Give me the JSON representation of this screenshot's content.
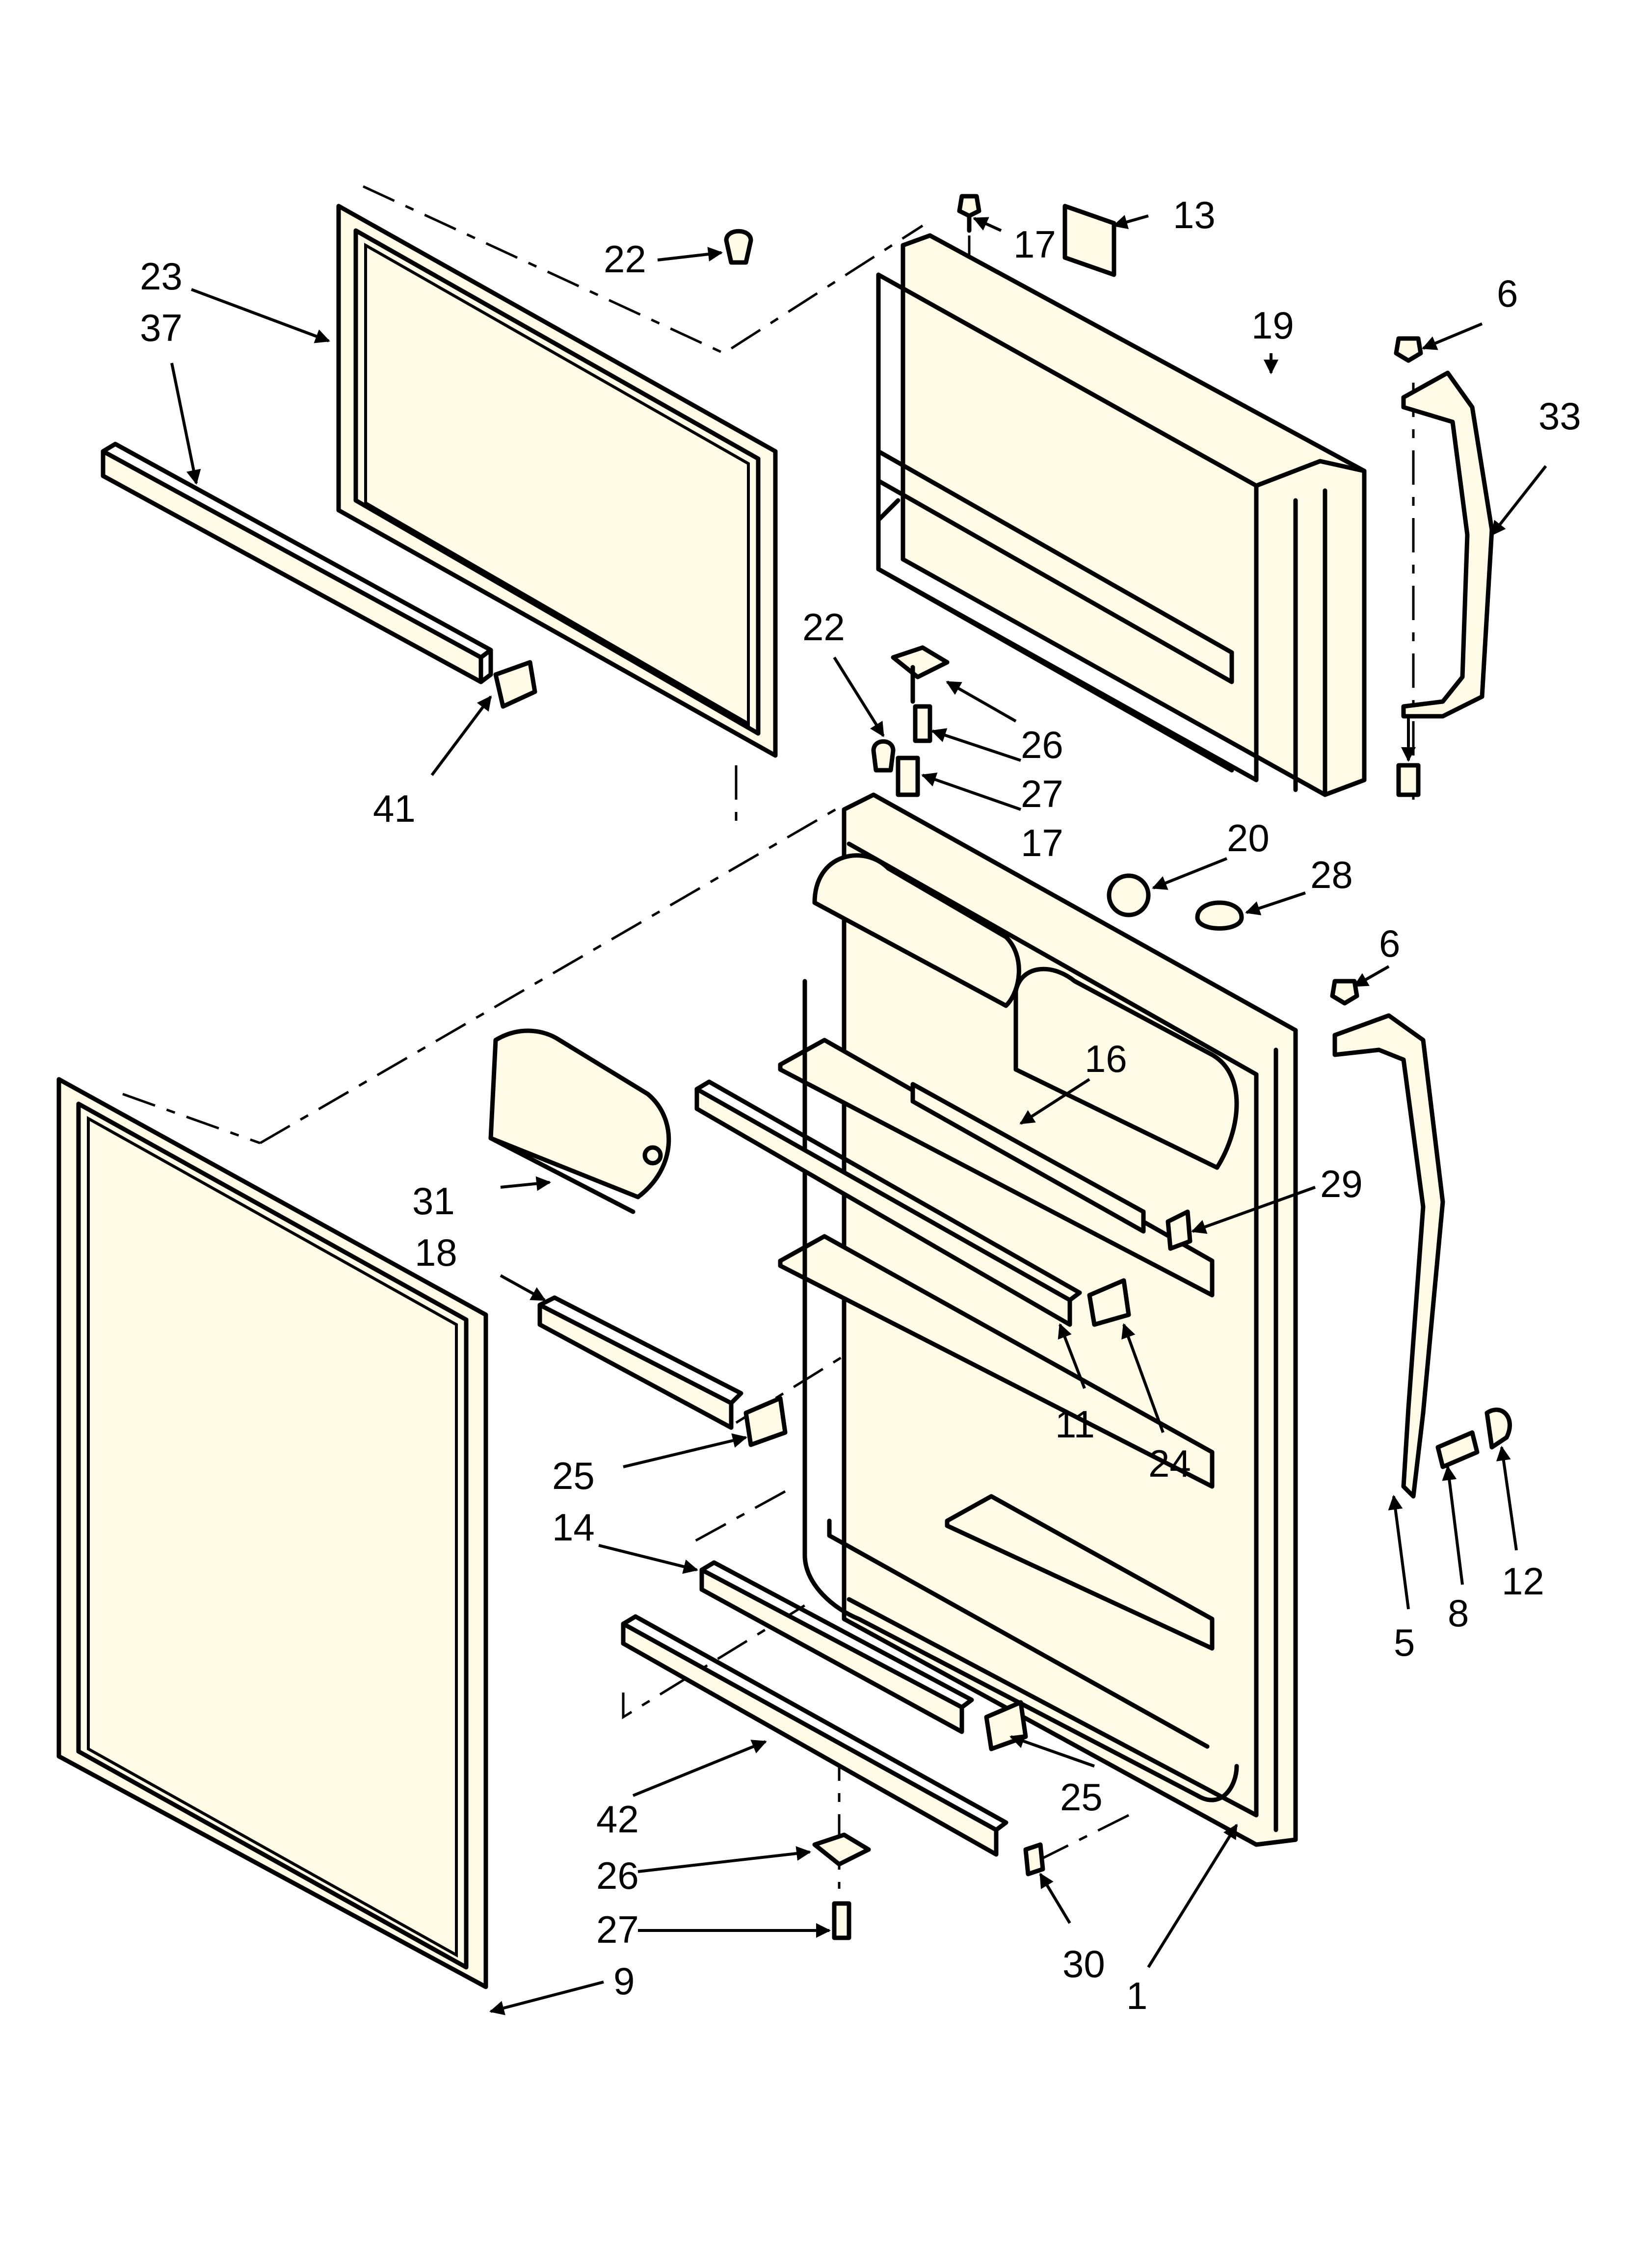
{
  "diagram": {
    "callouts": {
      "c1": "1",
      "c5": "5",
      "c6a": "6",
      "c6b": "6",
      "c8": "8",
      "c9": "9",
      "c11": "11",
      "c12": "12",
      "c13": "13",
      "c14": "14",
      "c16": "16",
      "c17a": "17",
      "c17b": "17",
      "c18": "18",
      "c19": "19",
      "c20": "20",
      "c22a": "22",
      "c22b": "22",
      "c23": "23",
      "c24": "24",
      "c25a": "25",
      "c25b": "25",
      "c26a": "26",
      "c26b": "26",
      "c27a": "27",
      "c27b": "27",
      "c28": "28",
      "c29": "29",
      "c30": "30",
      "c31": "31",
      "c33": "33",
      "c37": "37",
      "c41": "41",
      "c42": "42"
    },
    "colors": {
      "parts_fill": "#fffbe6",
      "line": "#000000",
      "background": "#ffffff"
    }
  }
}
